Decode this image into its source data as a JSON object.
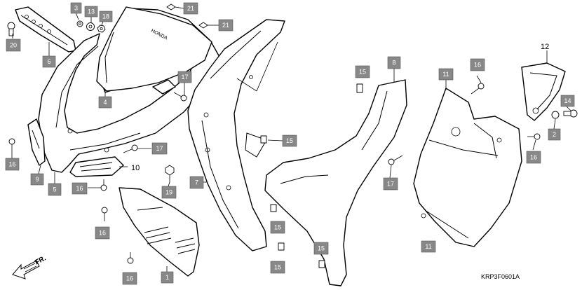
{
  "callouts": [
    {
      "text": "3"
    },
    {
      "text": "13"
    },
    {
      "text": "18"
    },
    {
      "text": "21"
    },
    {
      "text": "21"
    },
    {
      "text": "20"
    },
    {
      "text": "6"
    },
    {
      "text": "4"
    },
    {
      "text": "17"
    },
    {
      "text": "16"
    },
    {
      "text": "9"
    },
    {
      "text": "5"
    },
    {
      "text": "16"
    },
    {
      "text": "17"
    },
    {
      "text": "19"
    },
    {
      "text": "16"
    },
    {
      "text": "16"
    },
    {
      "text": "1"
    },
    {
      "text": "7"
    },
    {
      "text": "15"
    },
    {
      "text": "15"
    },
    {
      "text": "15"
    },
    {
      "text": "15"
    },
    {
      "text": "15"
    },
    {
      "text": "8"
    },
    {
      "text": "11"
    },
    {
      "text": "16"
    },
    {
      "text": "17"
    },
    {
      "text": "11"
    },
    {
      "text": "16"
    },
    {
      "text": "2"
    },
    {
      "text": "14"
    }
  ],
  "plain_labels": {
    "part10": "10",
    "part12": "12"
  },
  "diagram_code": "KRP3F0601A",
  "direction_label": "FR."
}
